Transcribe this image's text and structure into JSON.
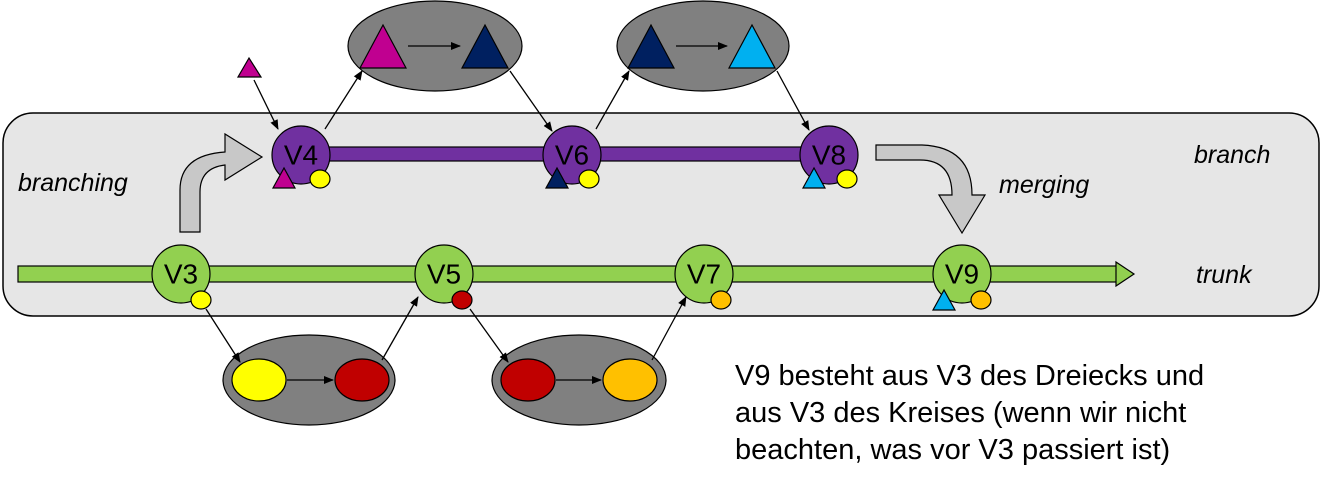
{
  "labels": {
    "branch": "branch",
    "trunk": "trunk",
    "branching": "branching",
    "merging": "merging"
  },
  "versions": {
    "v3": "V3",
    "v4": "V4",
    "v5": "V5",
    "v6": "V6",
    "v7": "V7",
    "v8": "V8",
    "v9": "V9"
  },
  "caption": [
    "V9 besteht aus V3 des Dreiecks und",
    "aus V3 des Kreises (wenn wir nicht",
    "beachten, was vor V3 passiert ist)"
  ],
  "colors": {
    "panel": "#e6e6e6",
    "branch_line": "#7030a0",
    "branch_node": "#7030a0",
    "trunk_line": "#92d050",
    "trunk_node": "#92d050",
    "change_bubble": "#808080",
    "arrow_gray": "#c8c8c8",
    "triangle_magenta": "#c00090",
    "triangle_navy": "#002060",
    "triangle_lightblue": "#00b0f0",
    "circle_yellow": "#ffff00",
    "circle_red": "#c00000",
    "circle_orange": "#ffc000"
  }
}
